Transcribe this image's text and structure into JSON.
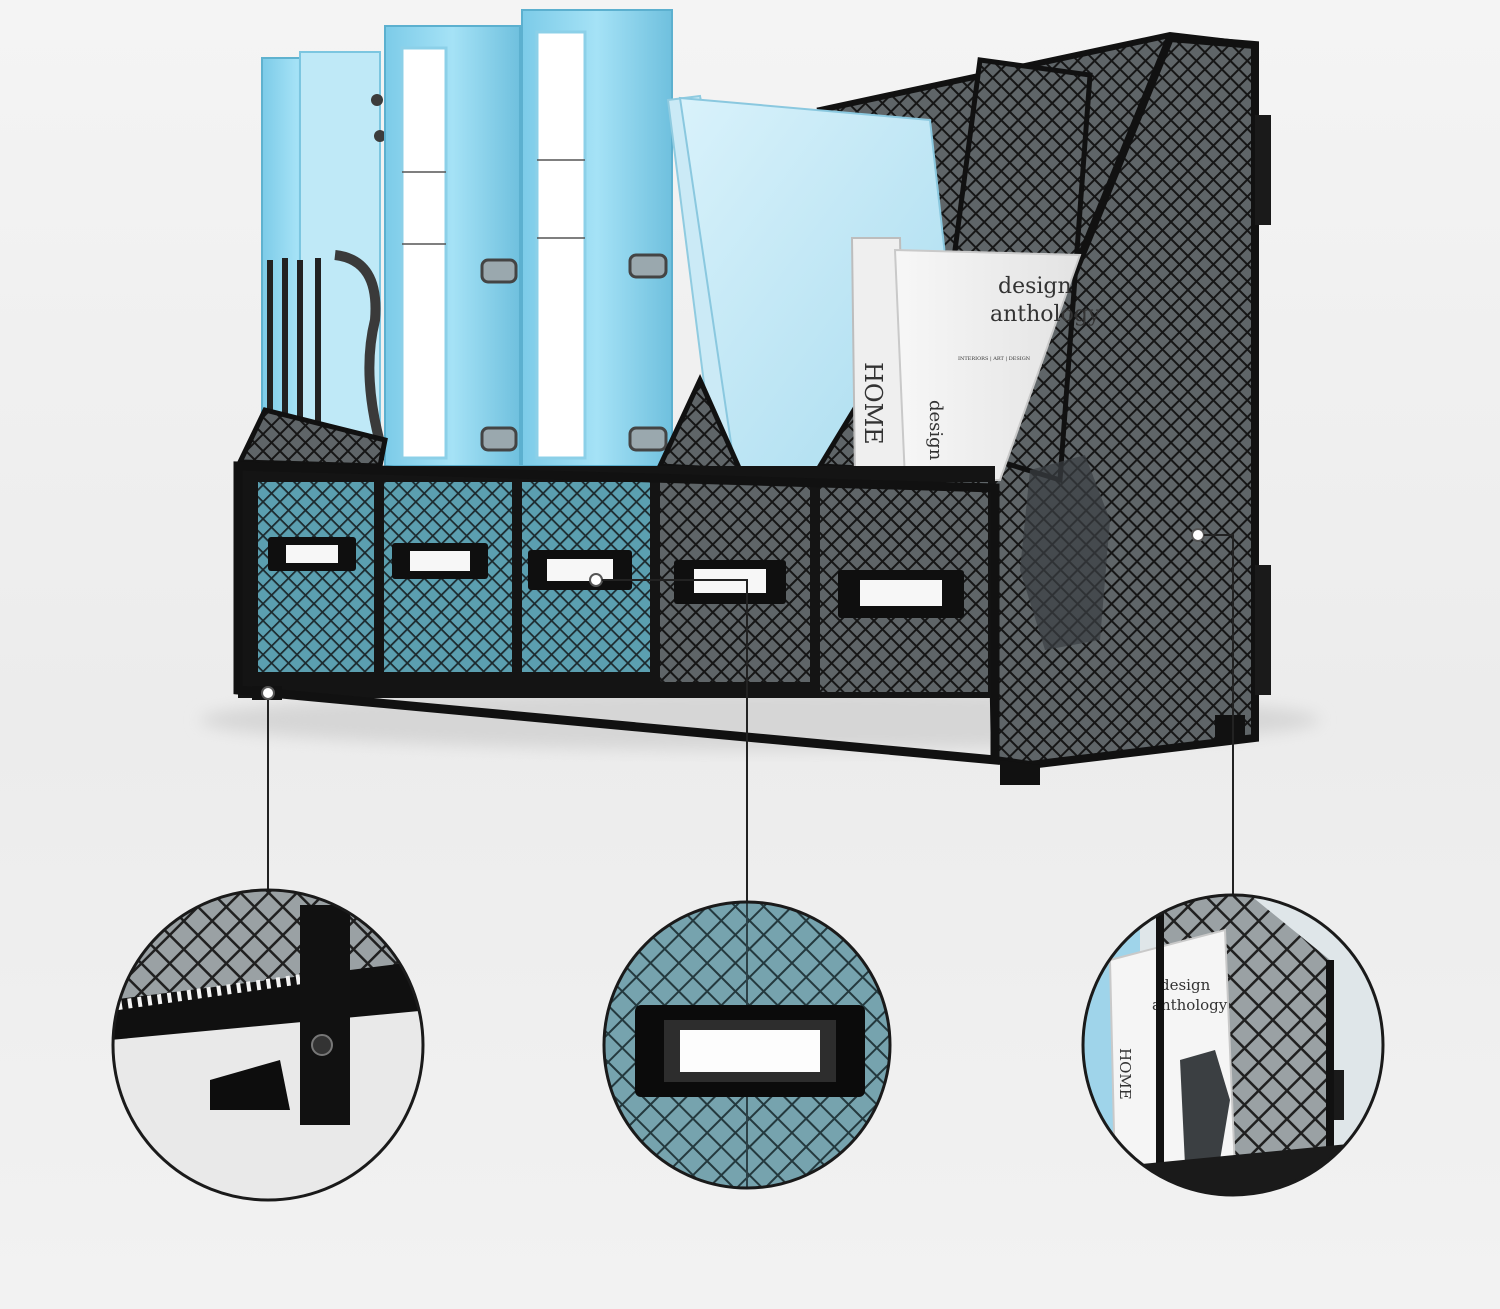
{
  "scene": {
    "product": "black mesh desktop file organizer with five front label holders",
    "book": {
      "cover_title_line1": "design",
      "cover_title_line2": "anthology",
      "cover_subtitle": "INTERIORS | ART | DESIGN",
      "spine_text": "HOME",
      "spine_subtitle": "design"
    },
    "callouts": [
      {
        "name": "foot-detail",
        "subject": "bottom rail and rubber foot"
      },
      {
        "name": "label-holder-detail",
        "subject": "front label holder"
      },
      {
        "name": "side-panel-detail",
        "subject": "tall rear compartment with book"
      }
    ],
    "colors": {
      "binder_blue": "#8fd6ef",
      "mesh_black": "#1b1b1b",
      "background": "#efefef"
    }
  }
}
